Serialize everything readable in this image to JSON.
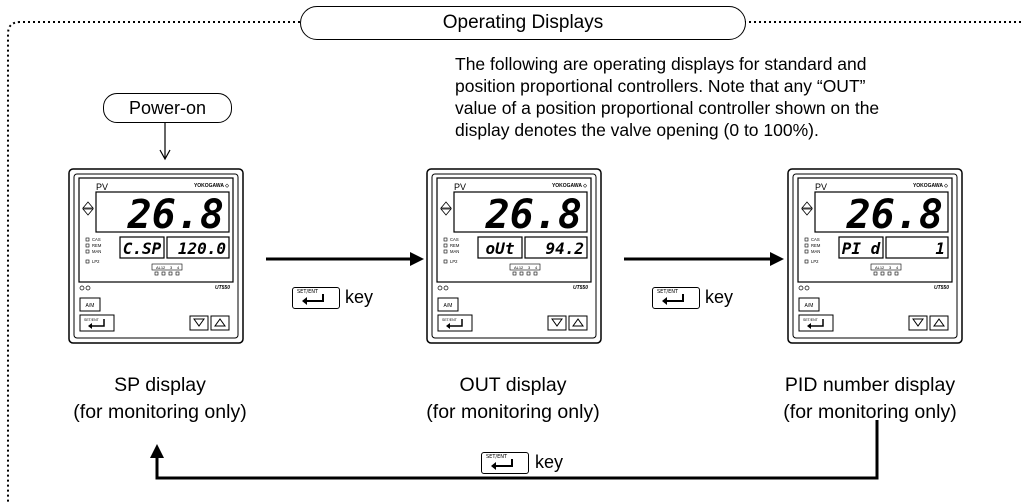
{
  "title": "Operating Displays",
  "note_lines": [
    "The following are operating displays for standard and",
    "position proportional controllers.  Note that any “OUT”",
    "value of a position proportional controller shown on the",
    "display denotes the valve opening (0 to 100%)."
  ],
  "power_on": "Power-on",
  "key_label": "key",
  "key_icon_text": "SET/ENT",
  "controller": {
    "pv_label": "PV",
    "brand": "YOKOGAWA ◇",
    "model": "UT550",
    "pv_value": "26.8",
    "status_lamps": [
      "CAS",
      "REM",
      "MAN"
    ],
    "lp2_label": "LP2",
    "alarm_labels": [
      "AL1",
      "2",
      "3",
      "4"
    ],
    "am_button": "A/M",
    "setent_button": "SET/ENT"
  },
  "displays": [
    {
      "name": "SP display",
      "sub": "(for monitoring only)",
      "param": "C.SP",
      "value": "120.0"
    },
    {
      "name": "OUT display",
      "sub": "(for monitoring only)",
      "param": "oUt",
      "value": "94.2"
    },
    {
      "name": "PID number display",
      "sub": "(for monitoring only)",
      "param": "PI d",
      "value": "1"
    }
  ],
  "colors": {
    "line": "#000000",
    "background": "#ffffff"
  }
}
